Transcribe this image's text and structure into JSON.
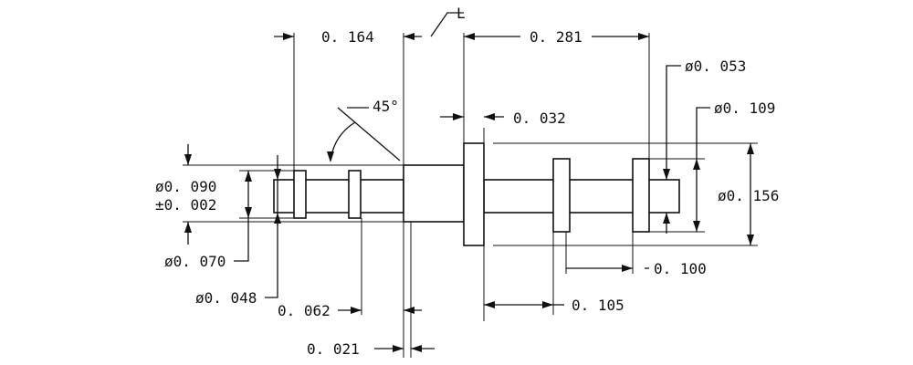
{
  "drawing": {
    "section_label": "L",
    "angle": "45°",
    "dimensions": {
      "len_left": "0. 164",
      "len_right": "0. 281",
      "flange_thick": "0. 032",
      "dia_053": "ø0. 053",
      "dia_109": "ø0. 109",
      "dia_156": "ø0. 156",
      "dia_090": "ø0. 090",
      "tol_090": "±0. 002",
      "dia_070": "ø0. 070",
      "dia_048": "ø0. 048",
      "len_062": "0. 062",
      "len_021": "0. 021",
      "len_100": "0. 100",
      "len_105": "0. 105"
    }
  }
}
